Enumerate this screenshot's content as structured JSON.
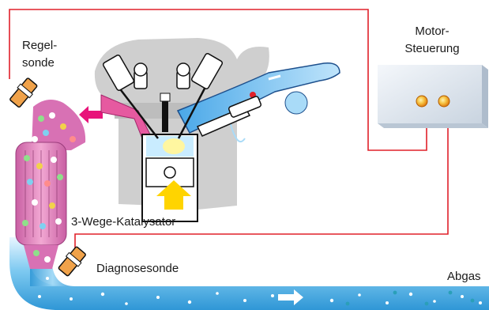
{
  "labels": {
    "regelsonde_line1": "Regel-",
    "regelsonde_line2": "sonde",
    "motor_line1": "Motor-",
    "motor_line2": "Steuerung",
    "katalysator": "3-Wege-Katalysator",
    "diagnosesonde": "Diagnosesonde",
    "abgas": "Abgas"
  },
  "colors": {
    "signal_wire": "#e0202a",
    "exhaust_pipe": "#3aa8e4",
    "exhaust_pipe_light": "#bfe6fb",
    "catalyst_body": "#e58ac0",
    "engine_silhouette": "#c8c8c8",
    "control_unit": "#dde6f0",
    "sensor_body": "#f0a24a",
    "intake_arrow": "#ffd400",
    "exhaust_arrow": "#e8147a"
  },
  "icons": [
    "lambda-sensor-icon",
    "catalyst-icon",
    "engine-cylinder-icon",
    "control-unit-icon",
    "flow-arrow-icon"
  ]
}
